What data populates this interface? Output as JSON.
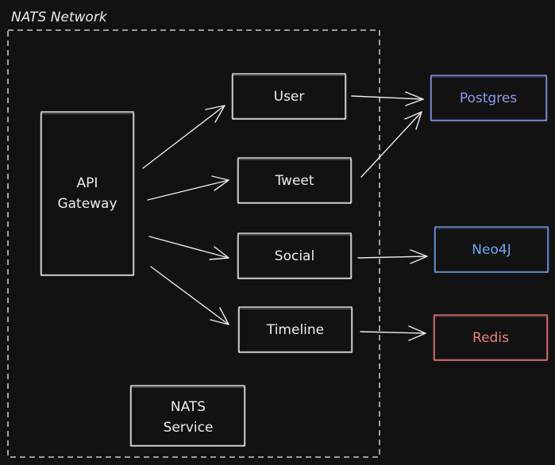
{
  "network": {
    "title": "NATS Network"
  },
  "gateway": {
    "line1": "API",
    "line2": "Gateway"
  },
  "services": {
    "user": "User",
    "tweet": "Tweet",
    "social": "Social",
    "timeline": "Timeline"
  },
  "nats_service": {
    "line1": "NATS",
    "line2": "Service"
  },
  "datastores": {
    "postgres": {
      "label": "Postgres",
      "color": "#8b9cf4"
    },
    "neo4j": {
      "label": "Neo4J",
      "color": "#6aa8ee"
    },
    "redis": {
      "label": "Redis",
      "color": "#f08080"
    }
  }
}
